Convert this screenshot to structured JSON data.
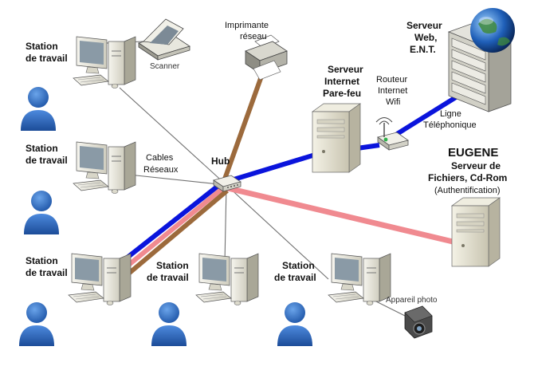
{
  "labels": {
    "station_1": [
      "Station",
      "de travail"
    ],
    "station_2": [
      "Station",
      "de travail"
    ],
    "station_3": [
      "Station",
      "de travail"
    ],
    "station_4": [
      "Station",
      "de travail"
    ],
    "station_5": [
      "Station",
      "de travail"
    ],
    "scanner": "Scanner",
    "printer": [
      "Imprimante",
      "réseau"
    ],
    "cables": [
      "Cables",
      "Réseaux"
    ],
    "hub": "Hub",
    "firewall": [
      "Serveur",
      "Internet",
      "Pare-feu"
    ],
    "router": [
      "Routeur",
      "Internet",
      "Wifi"
    ],
    "web_server": [
      "Serveur",
      "Web,",
      "E.N.T."
    ],
    "phone_line": [
      "Ligne",
      "Téléphonique"
    ],
    "file_server": [
      "EUGENE",
      "Serveur de",
      "Fichiers, Cd-Rom",
      "(Authentification)"
    ],
    "camera": "Appareil photo"
  },
  "colors": {
    "cable_blue": "#0a14dc",
    "cable_brown": "#9c6a3c",
    "cable_pink": "#f08a90",
    "thin_line": "#707070",
    "person": "#2e6cc0",
    "device_beige": "#ecebe0",
    "screen": "#8a9aa6"
  }
}
